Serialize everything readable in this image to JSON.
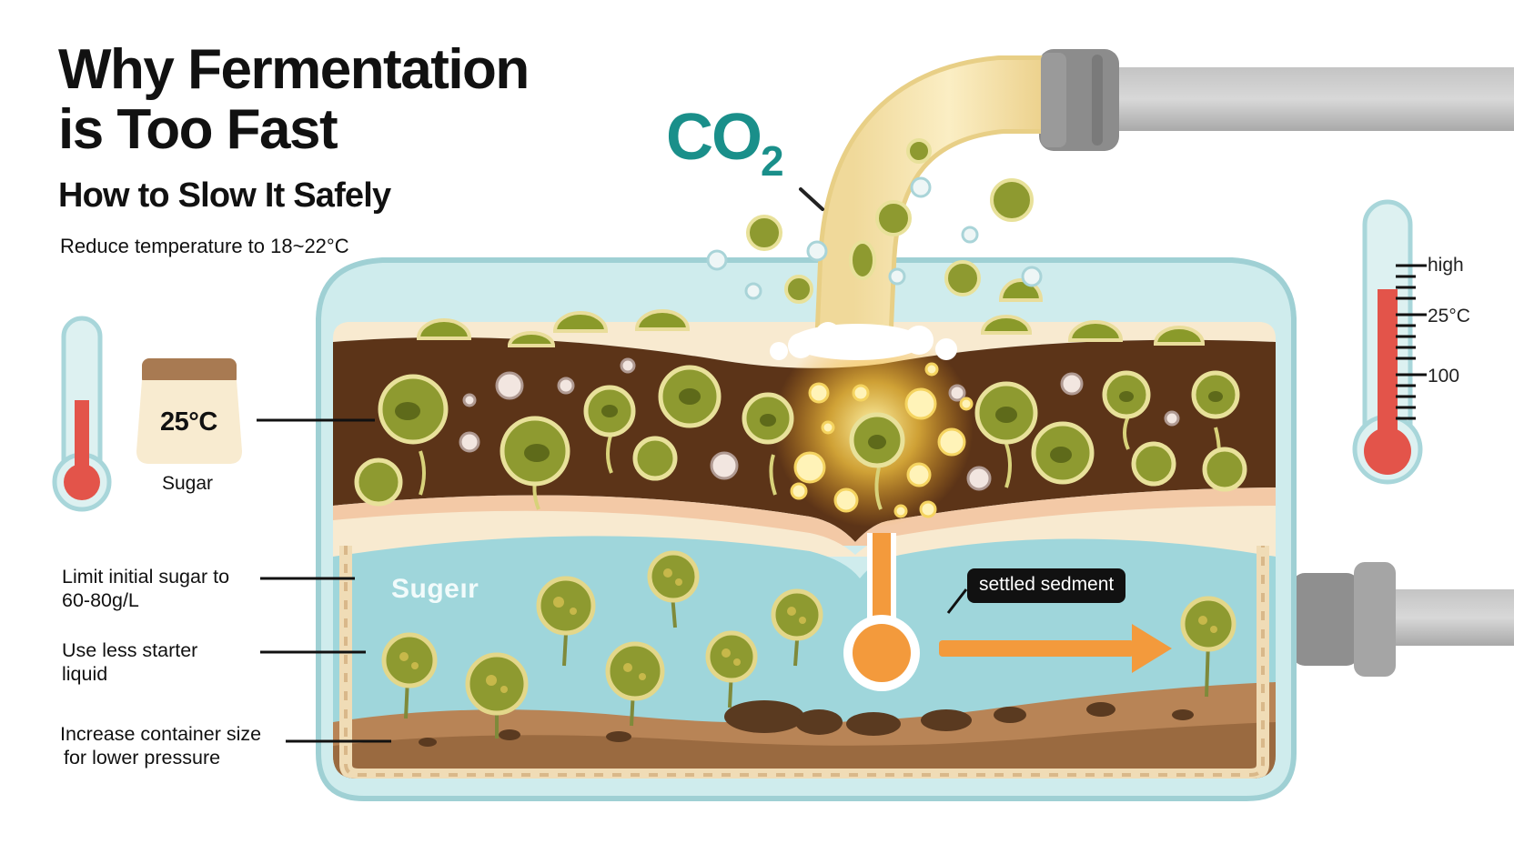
{
  "title_line1": "Why Fermentation",
  "title_line2": "is Too Fast",
  "subtitle": "How to Slow It Safely",
  "tip_temperature": "Reduce temperature to 18~22°C",
  "jar": {
    "temperature": "25°C",
    "label": "Sugar"
  },
  "notes": {
    "sugar_line1": "Limit initial sugar to",
    "sugar_line2": "60-80g/L",
    "starter_line1": "Use less starter",
    "starter_line2": "liquid",
    "container_line1": "Increase container size",
    "container_line2": "for lower pressure"
  },
  "gas": {
    "main": "CO",
    "sub": "2"
  },
  "liquid_label": "Sugeır",
  "sediment_label": "settled sedment",
  "thermometer_right": {
    "high": "high",
    "mid": "25°C",
    "low": "100"
  },
  "colors": {
    "teal": "#1a8f8a",
    "mash_brown": "#5c3418",
    "liquid_blue": "#9fd6db",
    "yeast_green": "#8a9a2a",
    "mercury_red": "#e3544a",
    "arrow_orange": "#f39a3c"
  }
}
